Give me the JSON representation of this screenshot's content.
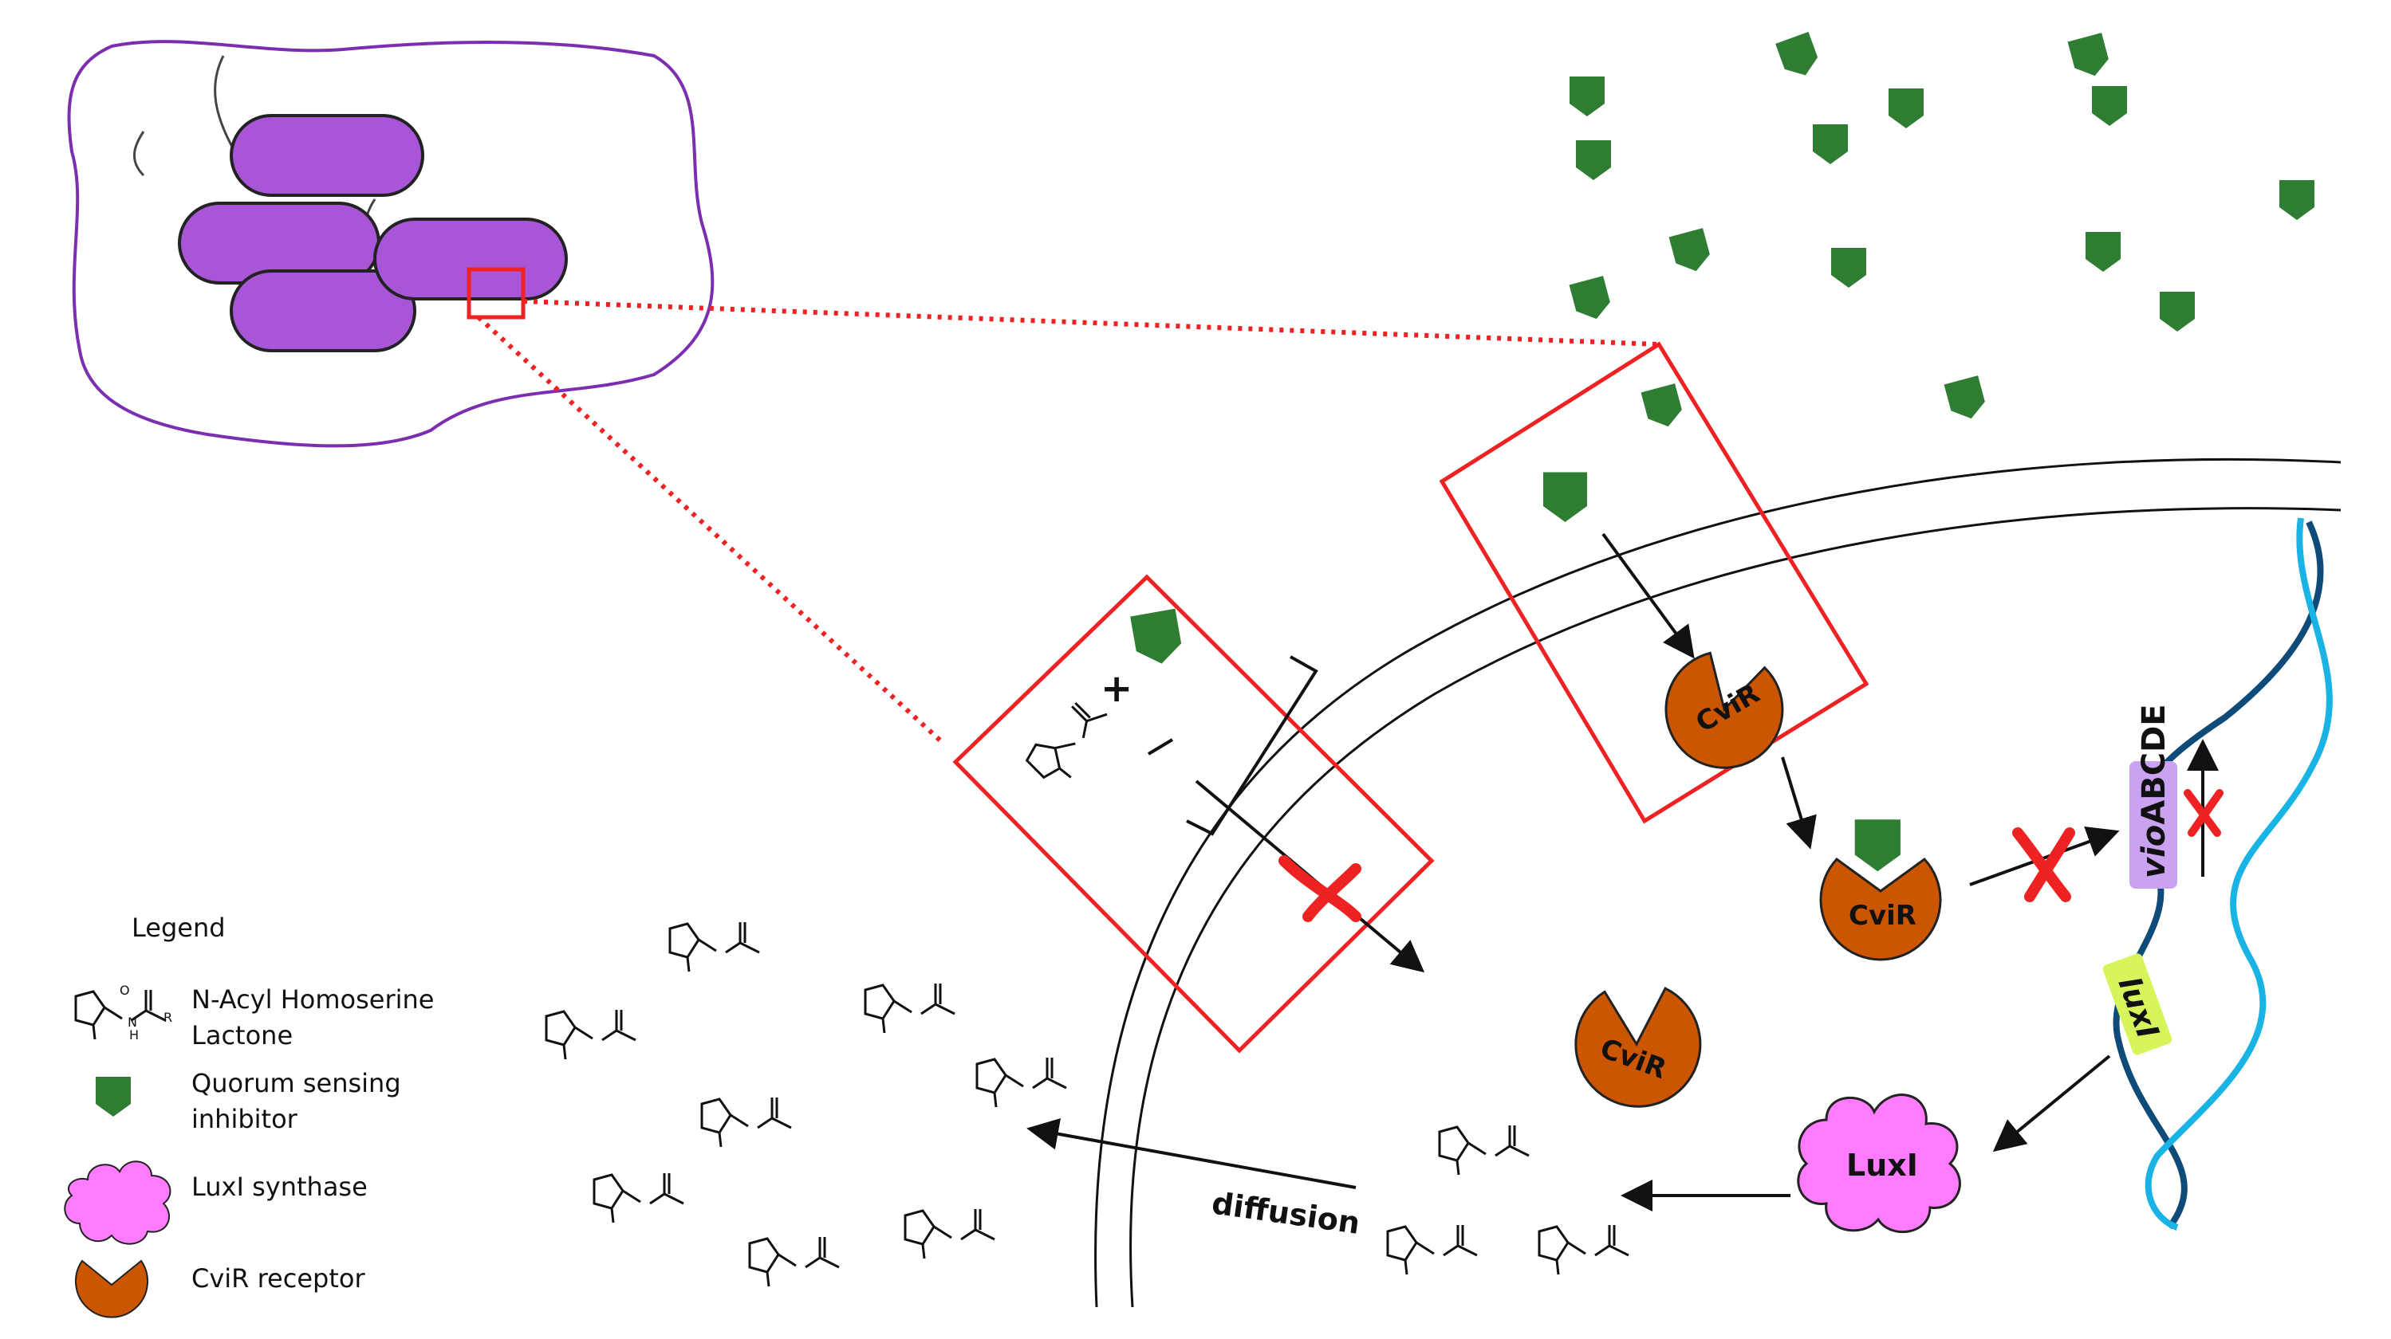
{
  "legend": {
    "title": "Legend",
    "items": [
      {
        "label_lines": [
          "N-Acyl Homoserine",
          "Lactone"
        ],
        "icon": "ahl-molecule-icon"
      },
      {
        "label_lines": [
          "Quorum sensing",
          "inhibitor"
        ],
        "icon": "inhibitor-pentagon-icon"
      },
      {
        "label_lines": [
          "LuxI synthase"
        ],
        "icon": "luxi-cloud-icon"
      },
      {
        "label_lines": [
          "CviR receptor"
        ],
        "icon": "cvir-pacman-icon"
      }
    ]
  },
  "labels": {
    "cvir_top": "CviR",
    "cvir_bound": "CviR",
    "cvir_free": "CviR",
    "luxi": "LuxI",
    "vio_italic": "vio",
    "vio_rest": "ABCDE",
    "luxi_gene": "luxI",
    "diffusion": "diffusion",
    "plus": "+",
    "ahl_R": "R",
    "ahl_O": "O",
    "ahl_N": "N",
    "ahl_H": "H"
  },
  "colors": {
    "bacteria": "#a855d8",
    "inhibitor": "#2e7d32",
    "cvir": "#cc5500",
    "luxi": "#ff7bff",
    "vio_box": "#c9a3f0",
    "luxi_gene_box": "#d6f55a",
    "zoom_red": "#ee2222",
    "dna_dark": "#0f4b78",
    "dna_light": "#19b3e6"
  }
}
